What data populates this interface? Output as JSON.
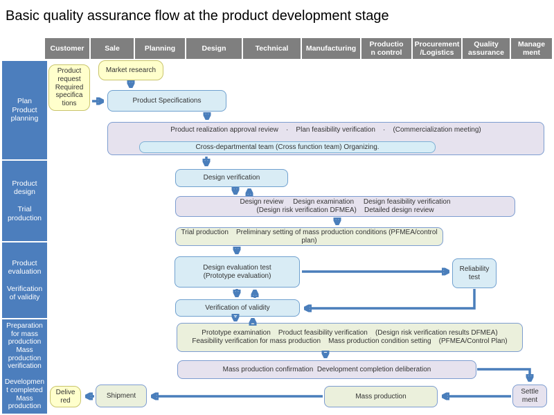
{
  "title": "Basic quality assurance flow at the product development stage",
  "header": {
    "columns": [
      "Customer",
      "Sale",
      "Planning",
      "Design",
      "Technical",
      "Manufacturing",
      "Productio\nn control",
      "Procurement\n/Logistics",
      "Quality\nassurance",
      "Manage\nment"
    ]
  },
  "sidebar": {
    "items": [
      {
        "label": "Plan\nProduct\nplanning"
      },
      {
        "label": "Product\ndesign\n\nTrial\nproduction"
      },
      {
        "label": "Product\nevaluation\n\nVerification\nof validity"
      },
      {
        "label": "Preparation\nfor mass\nproduction\nMass\nproduction\nverification\n\nDevelopmen\nt completed\nMass\nproduction"
      }
    ]
  },
  "nodes": {
    "product_request": "Product\nrequest\nRequired\nspecifica\ntions",
    "market_research": "Market research",
    "product_specifications": "Product Specifications",
    "realization_review": "Product realization approval review    ·    Plan feasibility verification    ·    (Commercialization meeting)",
    "cross_team": "Cross-departmental team (Cross function team) Organizing.",
    "design_verification": "Design verification",
    "design_review": "Design review     Design examination     Design feasibility verification\n(Design risk verification DFMEA)    Detailed design review",
    "trial_production": "Trial production    Preliminary setting of mass production conditions (PFMEA/control plan)",
    "design_evaluation": "Design evaluation test\n(Prototype evaluation)",
    "reliability_test": "Reliability\ntest",
    "verification_validity": "Verification of validity",
    "prototype_examination": "Prototype examination    Product feasibility verification    (Design risk verification results DFMEA)\nFeasibility verification for mass production    Mass production condition setting    (PFMEA/Control Plan)",
    "mass_confirmation": "Mass production confirmation  Development completion deliberation",
    "delivered": "Delive\nred",
    "shipment": "Shipment",
    "mass_production": "Mass production",
    "settlement": "Settle\nment"
  },
  "colors": {
    "header_gray": "#7f7f7f",
    "sidebar_blue": "#4c7ebd",
    "arrow_blue": "#4a7ebb",
    "box_yellow": "#ffffcc",
    "box_blue": "#d9ecf5",
    "box_purple": "#e6e2ee",
    "box_green": "#ebf0dc"
  }
}
